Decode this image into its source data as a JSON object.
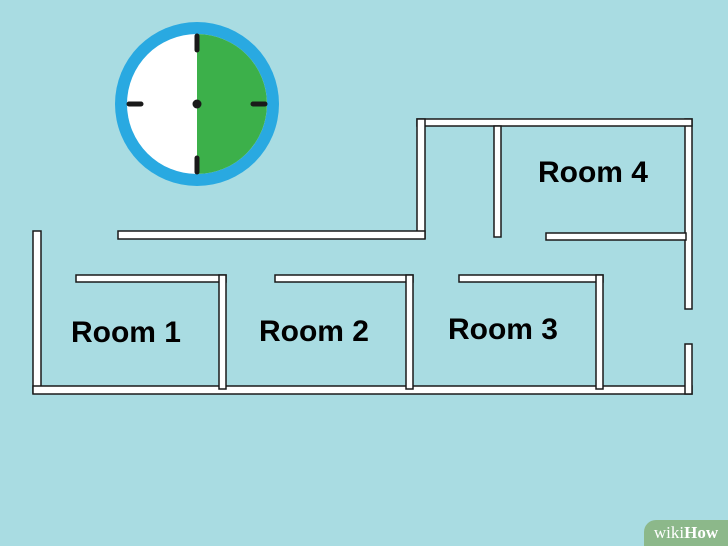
{
  "colors": {
    "background": "#a9dce2",
    "wall_fill": "#ffffff",
    "wall_outline": "#1a1a1a",
    "clock_ring": "#29a9e1",
    "clock_face": "#ffffff",
    "clock_elapsed": "#3cb04a",
    "clock_marks": "#1a1a1a"
  },
  "clock": {
    "icon": "clock-icon",
    "elapsed_fraction": 0.5
  },
  "rooms": [
    {
      "id": "room-1",
      "label": "Room 1"
    },
    {
      "id": "room-2",
      "label": "Room 2"
    },
    {
      "id": "room-3",
      "label": "Room 3"
    },
    {
      "id": "room-4",
      "label": "Room 4"
    }
  ],
  "watermark": {
    "wiki": "wiki",
    "how": "How"
  }
}
